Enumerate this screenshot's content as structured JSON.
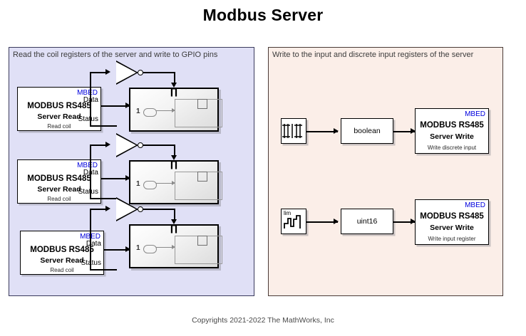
{
  "page": {
    "title": "Modbus Server",
    "copyright": "Copyrights 2021-2022 The MathWorks, Inc"
  },
  "colors": {
    "left_panel_fill": "#e0e0f6",
    "left_panel_border": "#3a3a5c",
    "right_panel_fill": "#fbeee8",
    "right_panel_border": "#4a3a36",
    "mbed_label": "#0000dd",
    "wire": "#000000",
    "background": "#ffffff"
  },
  "left_panel": {
    "caption": "Read the coil registers of the server and write to GPIO pins",
    "rows": [
      {
        "read_block": {
          "vendor": "MBED",
          "line1": "MODBUS RS485",
          "line2": "Server Read",
          "line3": "Read coil",
          "out_port_1": "Data",
          "out_port_2": "Status"
        },
        "not_gate": {
          "name": "logical-not"
        },
        "subsystem": {
          "trigger_glyph": "∏",
          "in_port": "1"
        }
      },
      {
        "read_block": {
          "vendor": "MBED",
          "line1": "MODBUS RS485",
          "line2": "Server Read",
          "line3": "Read coil",
          "out_port_1": "Data",
          "out_port_2": "Status"
        },
        "not_gate": {
          "name": "logical-not"
        },
        "subsystem": {
          "trigger_glyph": "∏",
          "in_port": "1"
        }
      },
      {
        "read_block": {
          "vendor": "MBED",
          "line1": "MODBUS RS485",
          "line2": "Server Read",
          "line3": "Read coil",
          "out_port_1": "Data",
          "out_port_2": "Status"
        },
        "not_gate": {
          "name": "logical-not"
        },
        "subsystem": {
          "trigger_glyph": "∏",
          "in_port": "1"
        }
      }
    ]
  },
  "right_panel": {
    "caption": "Write to the input and discrete input registers of the server",
    "rows": [
      {
        "source": {
          "icon": "pulse-generator-icon",
          "label": ""
        },
        "converter": {
          "label": "boolean"
        },
        "write_block": {
          "vendor": "MBED",
          "line1": "MODBUS RS485",
          "line2": "Server Write",
          "line3": "Write discrete input"
        }
      },
      {
        "source": {
          "icon": "repeating-sequence-stair-icon",
          "label": "lim"
        },
        "converter": {
          "label": "uint16"
        },
        "write_block": {
          "vendor": "MBED",
          "line1": "MODBUS RS485",
          "line2": "Server Write",
          "line3": "Write input register"
        }
      }
    ]
  }
}
